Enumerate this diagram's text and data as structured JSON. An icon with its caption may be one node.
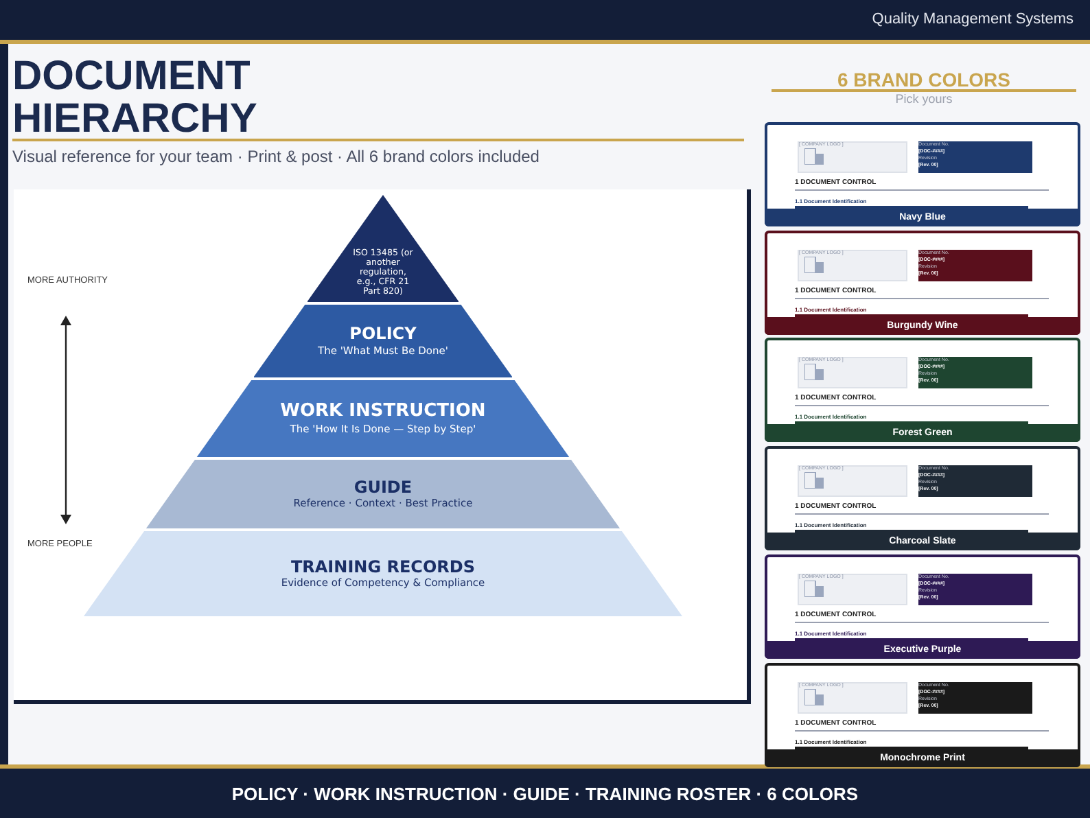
{
  "diagram": {
    "title": "DOCUMENT HIERARCHY",
    "nodes": [
      {
        "text": [
          "ISO 13485 (or another regulation, e.g., CFR 21 Part 820)"
        ]
      },
      {
        "text": [
          "POLICY",
          "The 'What Must Be Done'"
        ]
      },
      {
        "text": [
          "WORK INSTRUCTION",
          "The 'How It Is Done — Step by Step'"
        ]
      },
      {
        "text": [
          "GUIDE",
          "Reference · Context · Best Practice"
        ]
      },
      {
        "text": [
          "TRAINING RECORDS",
          "Evidence of Competency & Compliance"
        ]
      },
      {
        "text": [
          "[ COMPANY LOGO ]",
          "Document No.",
          "[DOC-####]",
          "Revision",
          "[Rev. 00]",
          "1 DOCUMENT CONTROL",
          "1.1 Document Identification",
          "Navy Blue"
        ]
      },
      {
        "text": [
          "[ COMPANY LOGO ]",
          "Document No.",
          "[DOC-####]",
          "Revision",
          "[Rev. 00]",
          "1 DOCUMENT CONTROL",
          "1.1 Document Identification",
          "Burgundy Wine"
        ]
      },
      {
        "text": [
          "[ COMPANY LOGO ]",
          "Document No.",
          "[DOC-####]",
          "Revision",
          "[Rev. 00]",
          "1 DOCUMENT CONTROL",
          "1.1 Document Identification",
          "Forest Green"
        ]
      },
      {
        "text": [
          "[ COMPANY LOGO ]",
          "Document No.",
          "[DOC-####]",
          "Revision",
          "[Rev. 00]",
          "1 DOCUMENT CONTROL",
          "1.1 Document Identification",
          "Charcoal Slate"
        ]
      },
      {
        "text": [
          "[ COMPANY LOGO ]",
          "Document No.",
          "[DOC-####]",
          "Revision",
          "[Rev. 00]",
          "1 DOCUMENT CONTROL",
          "1.1 Document Identification",
          "Executive Purple"
        ]
      },
      {
        "text": [
          "[ COMPANY LOGO ]",
          "Document No.",
          "[DOC-####]",
          "Revision",
          "[Rev. 00]",
          "1 DOCUMENT CONTROL",
          "1.1 Document Identification",
          "Monochrome Print"
        ]
      }
    ],
    "edges": [],
    "labels": [
      "Quality Management Systems",
      "Visual reference for your team · Print & post · All 6 brand colors included",
      "6 BRAND COLORS",
      "Pick yours",
      "MORE AUTHORITY",
      "MORE PEOPLE",
      "POLICY · WORK INSTRUCTION · GUIDE · TRAINING ROSTER · 6 COLORS"
    ]
  }
}
